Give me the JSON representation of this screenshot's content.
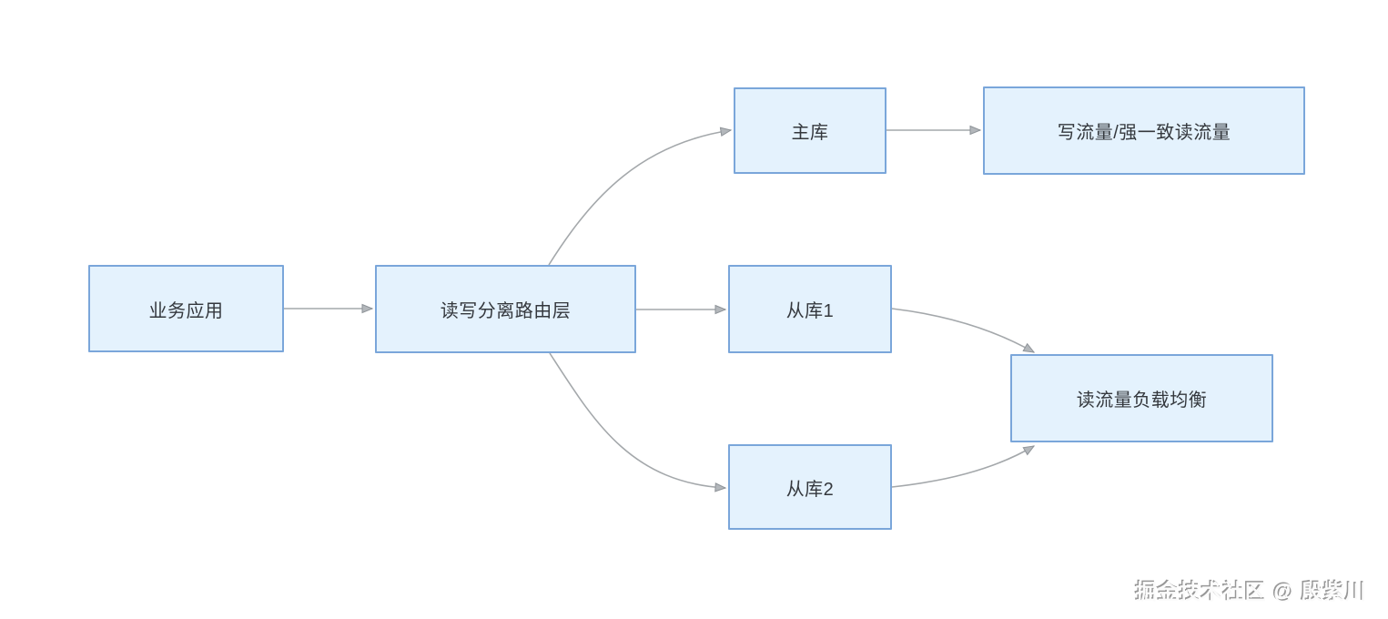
{
  "diagram": {
    "nodes": {
      "business_app": {
        "label": "业务应用"
      },
      "routing_layer": {
        "label": "读写分离路由层"
      },
      "master_db": {
        "label": "主库"
      },
      "write_traffic": {
        "label": "写流量/强一致读流量"
      },
      "slave_db_1": {
        "label": "从库1"
      },
      "slave_db_2": {
        "label": "从库2"
      },
      "read_load_balance": {
        "label": "读流量负载均衡"
      }
    },
    "colors": {
      "node_fill": "#e4f2fd",
      "node_border": "#7aa6da",
      "arrow_line": "#a4a8ab",
      "arrowhead_fill": "#b3b7bb",
      "arrowhead_stroke": "#8e9398",
      "node_text": "#34383d",
      "background": "#ffffff"
    },
    "watermark": {
      "text": "掘金技术社区 @ 殷紫川"
    }
  }
}
